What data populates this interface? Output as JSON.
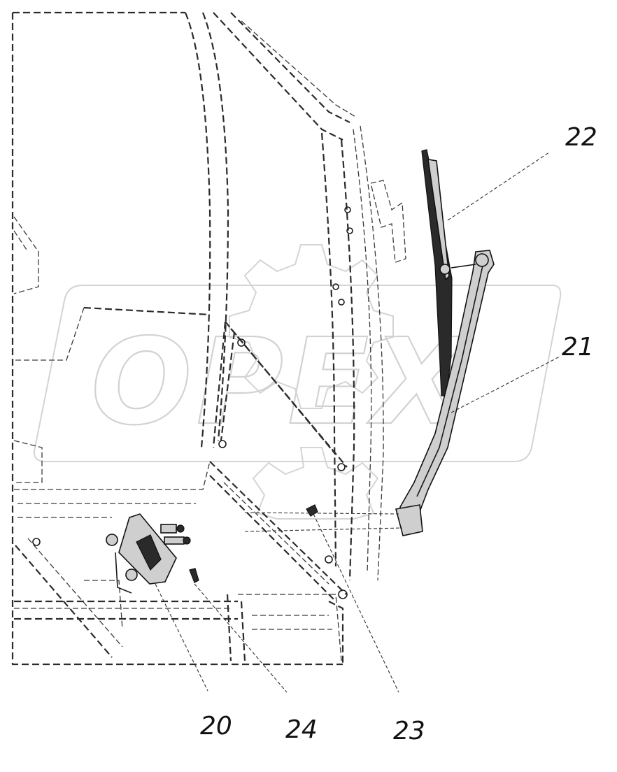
{
  "watermark": {
    "text": "OPEX"
  },
  "callouts": [
    {
      "id": "22",
      "label": "22"
    },
    {
      "id": "21",
      "label": "21"
    },
    {
      "id": "20",
      "label": "20"
    },
    {
      "id": "24",
      "label": "24"
    },
    {
      "id": "23",
      "label": "23"
    }
  ],
  "components": {
    "cab_frame": "cab-frame",
    "wiper_blade": "wiper-blade",
    "wiper_arm": "wiper-arm",
    "wiper_motor": "wiper-motor",
    "motor_bracket": "motor-bracket",
    "mounting_bolt": "mounting-bolt"
  }
}
